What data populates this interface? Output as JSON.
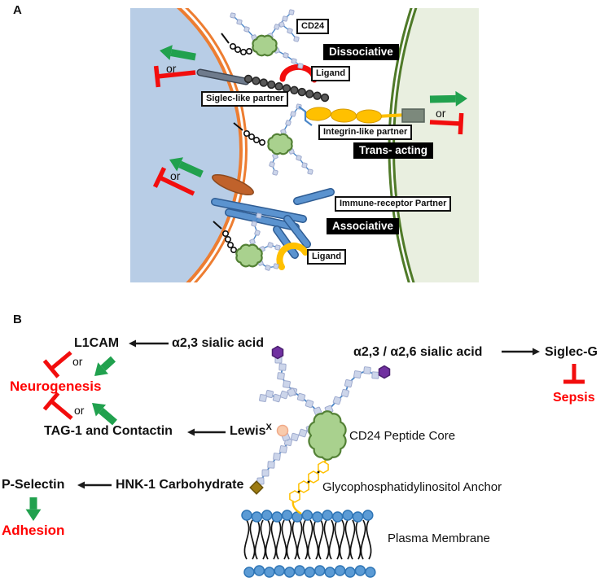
{
  "colors": {
    "arrow_green": "#21a14e",
    "inhibit_red": "#f20d0d",
    "red_text": "#ff0000",
    "membrane_orange": "#ed7d31",
    "membrane_dark_green": "#4f7a28",
    "cell_blue": "#b8cde6",
    "cell_pale_green": "#e9efe0",
    "glycan_line_blue": "#4a86c8",
    "glycan_square_fill": "#ccd5ea",
    "cd24_core_green": "#a9d18e",
    "cd24_core_stroke": "#538135",
    "gpi_yellow": "#ffc000",
    "lipid_head_blue": "#5b9bd5",
    "sialic_purple": "#7030a0",
    "lewis_pink": "#f8cbad",
    "hnk1_brown": "#9c7a10",
    "rod_blue": "#5b93cf",
    "rod_blue_stroke": "#2f5d94",
    "siglec_rod_gray": "#6f7b8c",
    "bead_gray": "#595959",
    "integrin_intracell_gray": "#7c897c",
    "transmembrane_orange_brown": "#c0622b"
  },
  "panel_a": {
    "label": "A",
    "labels": {
      "cd24": "CD24",
      "dissociative": "Dissociative",
      "ligand_top": "Ligand",
      "siglec_partner": "Siglec-like partner",
      "integrin_partner": "Integrin-like partner",
      "trans_acting": "Trans- acting",
      "immune_partner": "Immune-receptor Partner",
      "associative": "Associative",
      "ligand_bottom": "Ligand",
      "or_top_left": "or",
      "or_right": "or",
      "or_bottom_left": "or"
    }
  },
  "panel_b": {
    "label": "B",
    "labels": {
      "l1cam": "L1CAM",
      "sialic_23": "α2,3 sialic acid",
      "or_upper": "or",
      "neurogenesis": "Neurogenesis",
      "or_lower": "or",
      "tag1_contactin": "TAG-1 and Contactin",
      "lewis_base": "Lewis",
      "lewis_sup": "X",
      "sialic_23_26": "α2,3 / α2,6 sialic acid",
      "siglec_g": "Siglec-G",
      "sepsis": "Sepsis",
      "cd24_core": "CD24 Peptide Core",
      "gpi_anchor": "Glycophosphatidylinositol Anchor",
      "p_selectin": "P-Selectin",
      "hnk1": "HNK-1 Carbohydrate",
      "adhesion": "Adhesion",
      "plasma_membrane": "Plasma Membrane"
    }
  }
}
